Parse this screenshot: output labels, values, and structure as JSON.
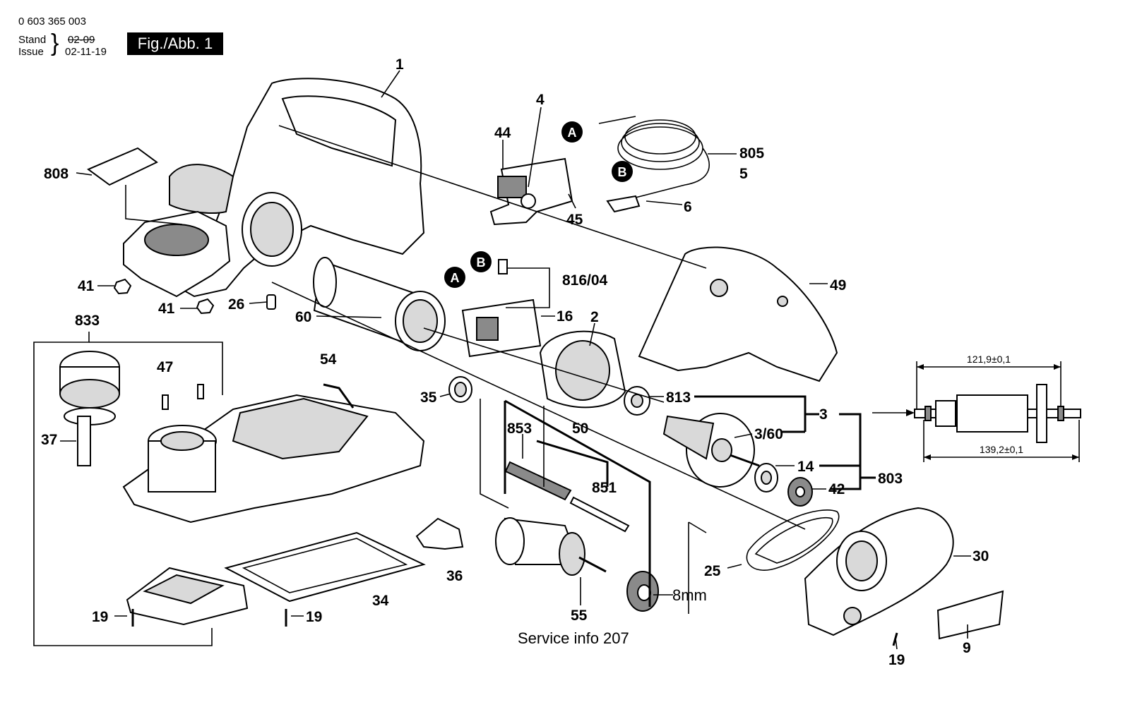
{
  "header": {
    "doc_number": "0 603 365 003",
    "stand_label": "Stand",
    "issue_label": "Issue",
    "old_date": "02-09",
    "issue_date": "02-11-19",
    "figure_label": "Fig./Abb. 1"
  },
  "callouts": {
    "c1": "1",
    "c4": "4",
    "c44": "44",
    "c805": "805",
    "c5": "5",
    "c6": "6",
    "c45": "45",
    "c808": "808",
    "c41a": "41",
    "c41b": "41",
    "c26": "26",
    "c60": "60",
    "c816": "816/04",
    "c16": "16",
    "c2": "2",
    "c49": "49",
    "c833": "833",
    "c47": "47",
    "c54": "54",
    "c37": "37",
    "c35": "35",
    "c813": "813",
    "c3": "3",
    "c360": "3/60",
    "c14": "14",
    "c42": "42",
    "c803": "803",
    "c853": "853",
    "c50": "50",
    "c851": "851",
    "c36": "36",
    "c34": "34",
    "c19a": "19",
    "c19b": "19",
    "c19c": "19",
    "c55": "55",
    "c8mm": "8mm",
    "c25": "25",
    "c30": "30",
    "c9": "9"
  },
  "markers": {
    "a1": "A",
    "b1": "B",
    "a2": "A",
    "b2": "B"
  },
  "dimensions": {
    "top": "121,9±0,1",
    "bottom": "139,2±0,1"
  },
  "footer": {
    "service_info": "Service info 207"
  }
}
